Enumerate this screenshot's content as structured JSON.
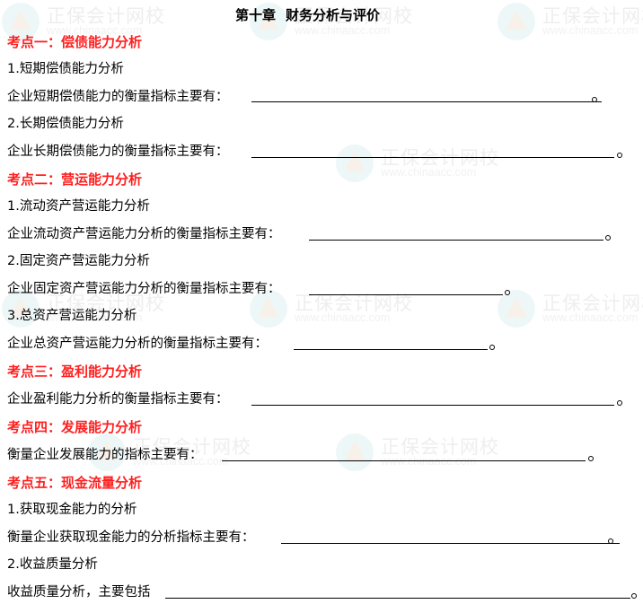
{
  "document": {
    "chapter": "第十章",
    "title": "财务分析与评价",
    "watermark": {
      "name": "正保会计网校",
      "url": "www.chinaacc.com"
    },
    "sections": [
      {
        "heading": "考点一：偿债能力分析",
        "items": [
          {
            "label": "1.短期偿债能力分析",
            "prompt": "企业短期偿债能力的衡量指标主要有："
          },
          {
            "label": "2.长期偿债能力分析",
            "prompt": "企业长期偿债能力的衡量指标主要有："
          }
        ]
      },
      {
        "heading": "考点二：营运能力分析",
        "items": [
          {
            "label": "1.流动资产营运能力分析",
            "prompt": "企业流动资产营运能力分析的衡量指标主要有："
          },
          {
            "label": "2.固定资产营运能力分析",
            "prompt": "企业固定资产营运能力分析的衡量指标主要有："
          },
          {
            "label": "3.总资产营运能力分析",
            "prompt": "企业总资产营运能力分析的衡量指标主要有："
          }
        ]
      },
      {
        "heading": "考点三：盈利能力分析",
        "items": [
          {
            "prompt": "企业盈利能力分析的衡量指标主要有："
          }
        ]
      },
      {
        "heading": "考点四：发展能力分析",
        "items": [
          {
            "prompt": "衡量企业发展能力的指标主要有："
          }
        ]
      },
      {
        "heading": "考点五：现金流量分析",
        "items": [
          {
            "label": "1.获取现金能力的分析",
            "prompt": "衡量企业获取现金能力的分析指标主要有："
          },
          {
            "label": "2.收益质量分析",
            "prompt": "收益质量分析，主要包括"
          }
        ]
      }
    ],
    "period": "。"
  },
  "colors": {
    "heading": "#ff1f1f",
    "text": "#000000",
    "watermark_circle": "#dff2f2"
  }
}
